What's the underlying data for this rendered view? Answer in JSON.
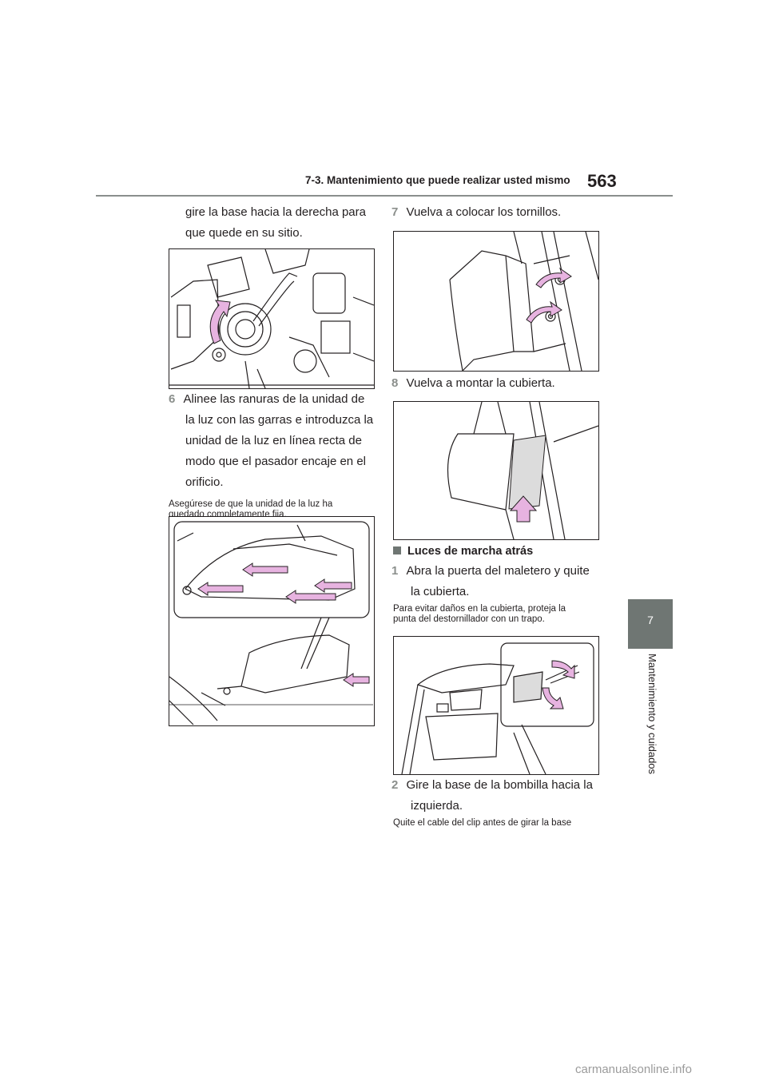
{
  "header": {
    "section": "7-3. Mantenimiento que puede realizar usted mismo",
    "page_number": "563"
  },
  "side_tab": {
    "number": "7",
    "label": "Mantenimiento y cuidados"
  },
  "left": {
    "intro_line1": "gire la base hacia la derecha para",
    "intro_line2": "que quede en su sitio.",
    "step6_num": "6",
    "step6_lines": [
      "Alinee las ranuras de la unidad de",
      "la luz con las garras e introduzca la",
      "unidad de la luz en línea recta de",
      "modo que el pasador encaje en el",
      "orificio."
    ],
    "step6_note1": "Asegúrese de que la unidad de la luz ha",
    "step6_note2": "quedado completamente fija."
  },
  "right": {
    "step7_num": "7",
    "step7_text": "Vuelva a colocar los tornillos.",
    "step8_num": "8",
    "step8_text": "Vuelva a montar la cubierta.",
    "heading": "Luces de marcha atrás",
    "step1_num": "1",
    "step1_line1": "Abra la puerta del maletero y quite",
    "step1_line2": "la cubierta.",
    "step1_note1": "Para evitar daños en la cubierta, proteja la",
    "step1_note2": "punta del destornillador con un trapo.",
    "step2_num": "2",
    "step2_line1": "Gire la base de la bombilla hacia la",
    "step2_line2": "izquierda.",
    "step2_note": "Quite el cable del clip antes de girar la base"
  },
  "watermark": "carmanualsonline.info",
  "colors": {
    "accent_arrow": "#e7b3e0",
    "tab_gray": "#6f7673",
    "rule_gray": "#8a8f8d"
  }
}
